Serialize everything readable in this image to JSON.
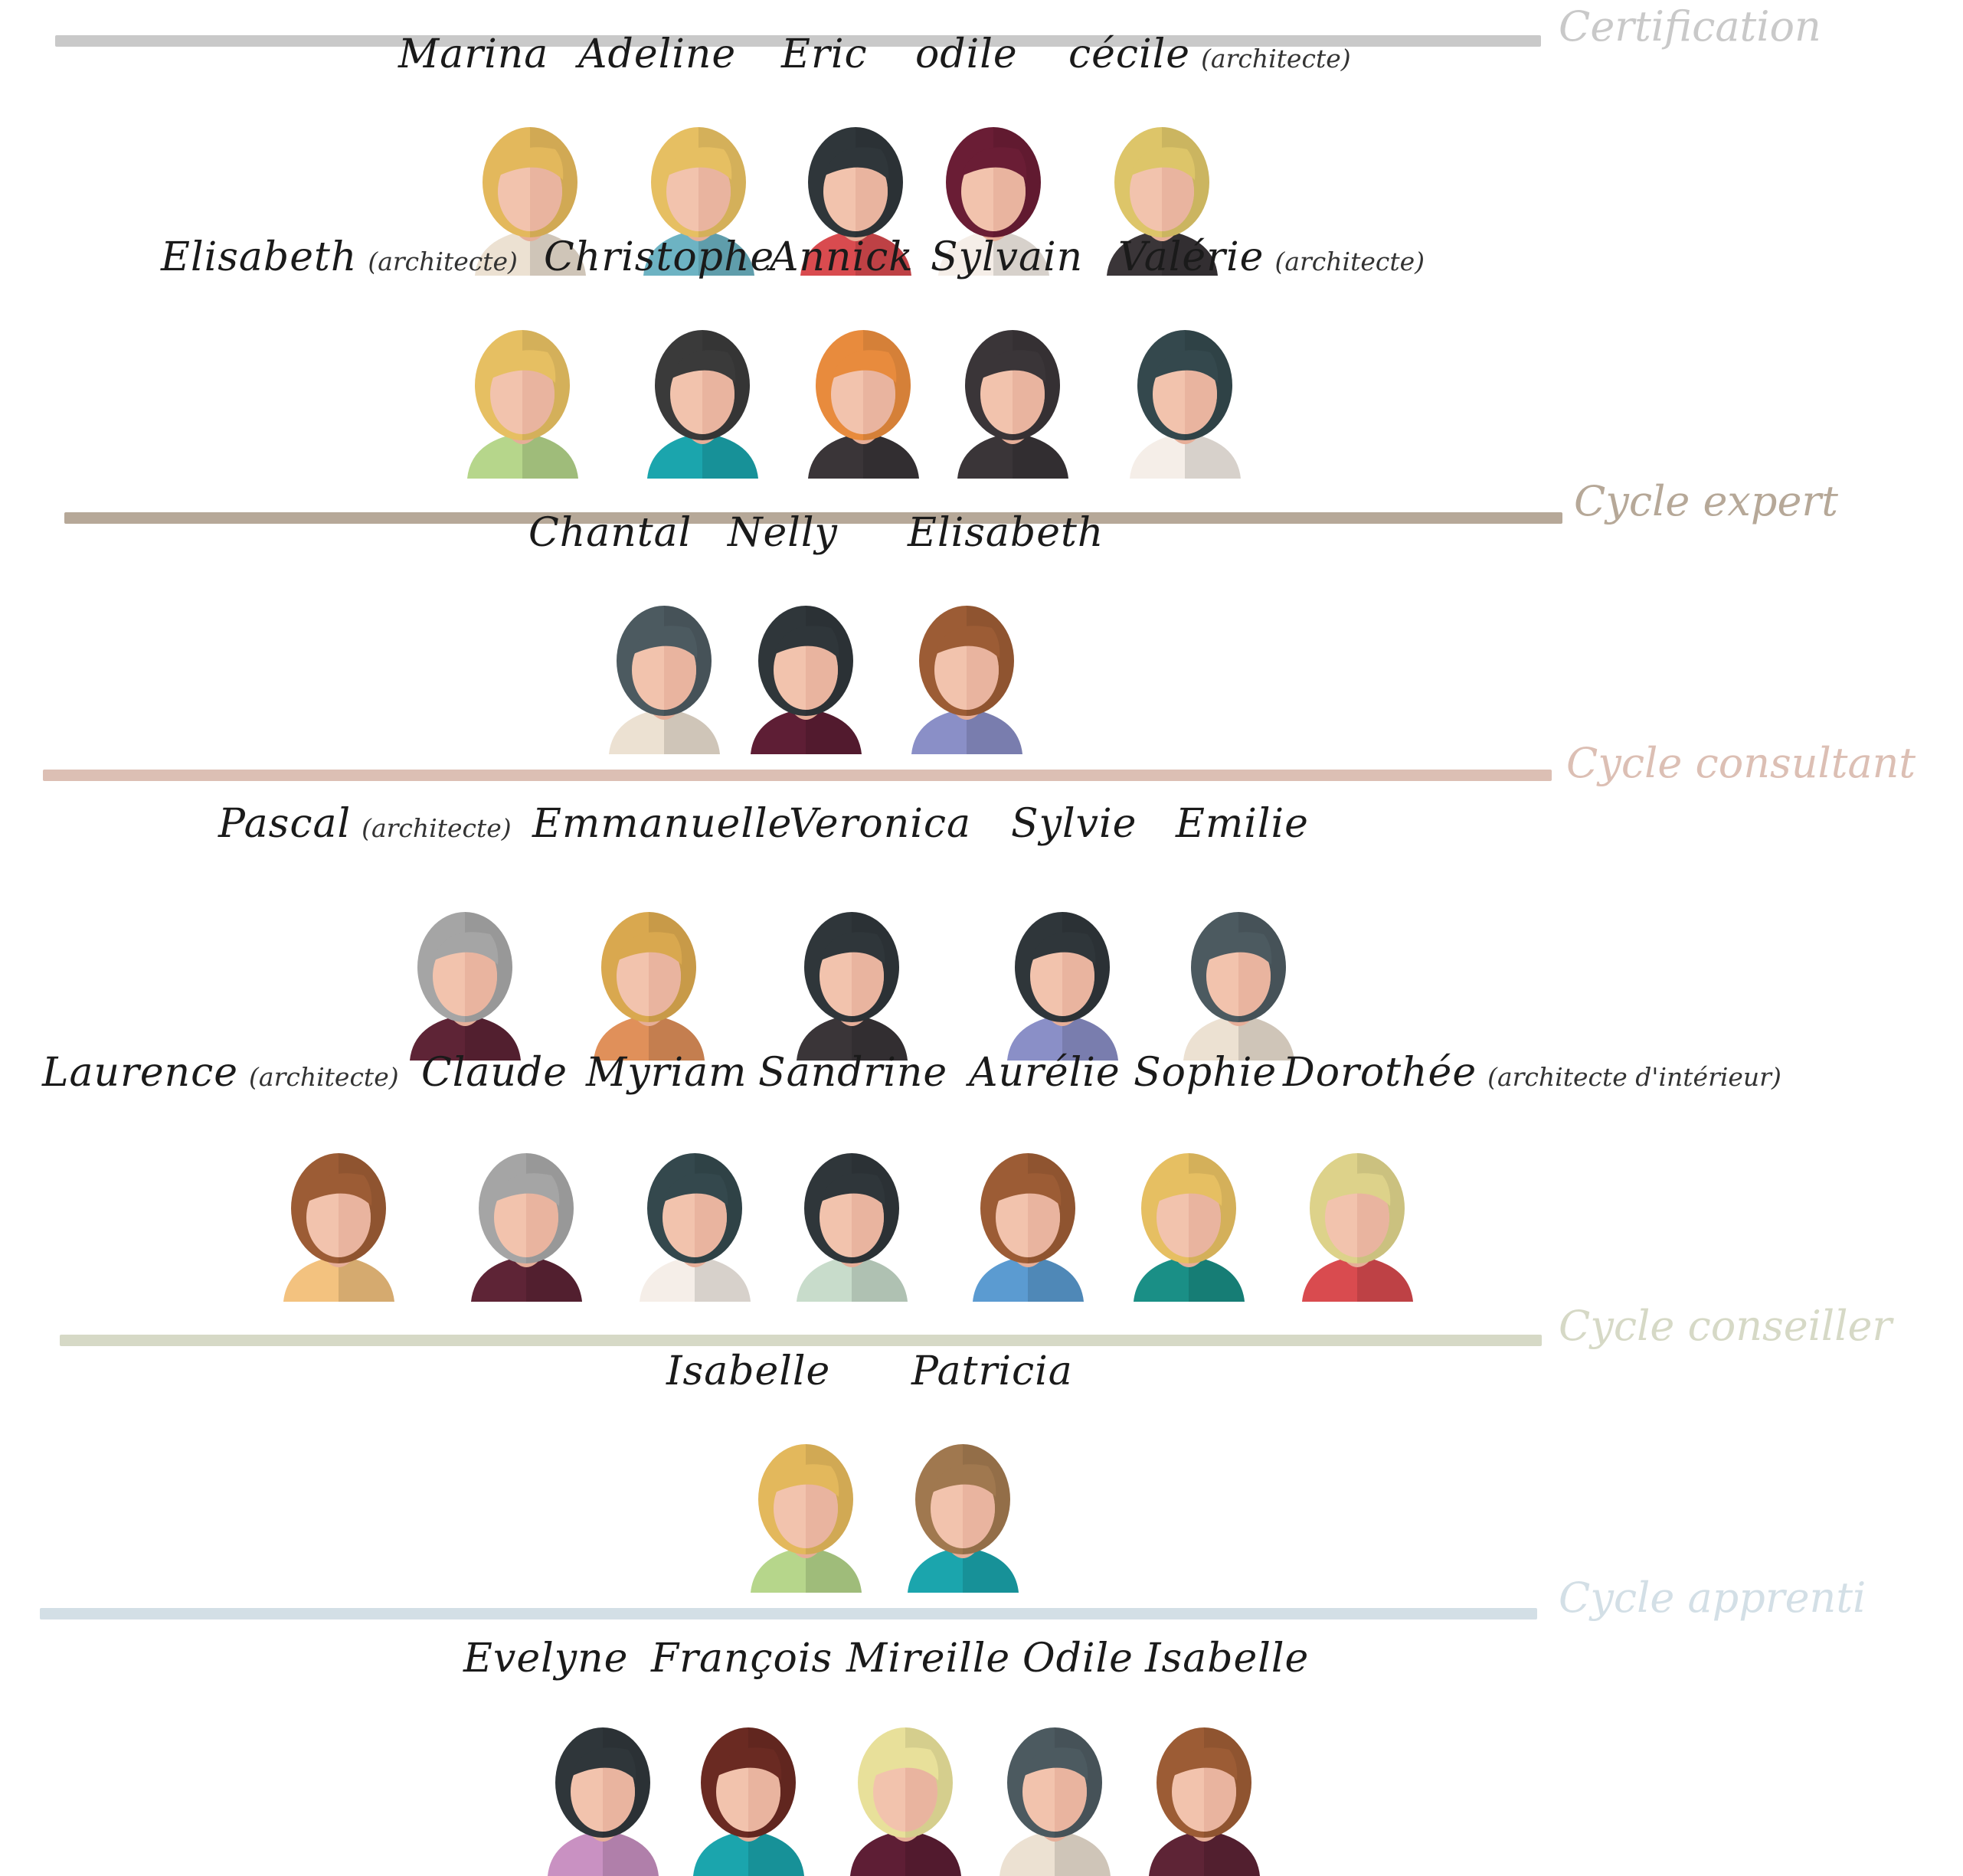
{
  "sections": {
    "certification": {
      "label": "Certification",
      "color": "#c9c9c9"
    },
    "expert": {
      "label": "Cycle expert",
      "color": "#b6a898"
    },
    "consultant": {
      "label": "Cycle consultant",
      "color": "#dcbfb4"
    },
    "conseiller": {
      "label": "Cycle conseiller",
      "color": "#d6d9c6"
    },
    "apprenti": {
      "label": "Cycle apprenti",
      "color": "#d3dfe6"
    }
  },
  "groups": {
    "certification": [
      {
        "name": "Marina",
        "role": "",
        "hair": "#e3b85c",
        "skin": "#f2c3ad",
        "top": "#ece1d2"
      },
      {
        "name": "Adeline",
        "role": "",
        "hair": "#e6bf62",
        "skin": "#f2c3ad",
        "top": "#6db3c3"
      },
      {
        "name": "Eric",
        "role": "",
        "hair": "#2f363a",
        "skin": "#f2c3ad",
        "top": "#d94b4f"
      },
      {
        "name": "odile",
        "role": "",
        "hair": "#6a1d35",
        "skin": "#f2c3ad",
        "top": "#f5eee8"
      },
      {
        "name": "cécile",
        "role": "(architecte)",
        "hair": "#ddc569",
        "skin": "#f2c3ad",
        "top": "#3a3538"
      }
    ],
    "certification2": [
      {
        "name": "Elisabeth",
        "role": "(architecte)",
        "hair": "#e6bf62",
        "skin": "#f2c3ad",
        "top": "#b6d68b"
      },
      {
        "name": "Christophe",
        "role": "",
        "hair": "#3a3a3a",
        "skin": "#f2c3ad",
        "top": "#1ba5ad"
      },
      {
        "name": "Annick",
        "role": "",
        "hair": "#e88b3d",
        "skin": "#f2c3ad",
        "top": "#3a3538"
      },
      {
        "name": "Sylvain",
        "role": "",
        "hair": "#3a3538",
        "skin": "#f2c3ad",
        "top": "#3a3538"
      },
      {
        "name": "Valérie",
        "role": "(architecte)",
        "hair": "#34484d",
        "skin": "#f2c3ad",
        "top": "#f5eee8"
      }
    ],
    "expert": [
      {
        "name": "Chantal",
        "role": "",
        "hair": "#4c5a60",
        "skin": "#f2c3ad",
        "top": "#ece1d2"
      },
      {
        "name": "Nelly",
        "role": "",
        "hair": "#2f363a",
        "skin": "#f2c3ad",
        "top": "#5e1e35"
      },
      {
        "name": "Elisabeth",
        "role": "",
        "hair": "#9c5c35",
        "skin": "#f2c3ad",
        "top": "#8a8fc7"
      }
    ],
    "consultant": [
      {
        "name": "Pascal",
        "role": "(architecte)",
        "hair": "#a5a5a5",
        "skin": "#f2c3ad",
        "top": "#5e2436"
      },
      {
        "name": "Emmanuelle",
        "role": "",
        "hair": "#d9a84f",
        "skin": "#f2c3ad",
        "top": "#e0905a"
      },
      {
        "name": "Veronica",
        "role": "",
        "hair": "#2f363a",
        "skin": "#f2c3ad",
        "top": "#3a3538"
      },
      {
        "name": "Sylvie",
        "role": "",
        "hair": "#2f363a",
        "skin": "#f2c3ad",
        "top": "#8a8fc7"
      },
      {
        "name": "Emilie",
        "role": "",
        "hair": "#4c5a60",
        "skin": "#f2c3ad",
        "top": "#ece1d2"
      }
    ],
    "consultant2": [
      {
        "name": "Laurence",
        "role": "(architecte)",
        "hair": "#9c5c35",
        "skin": "#f2c3ad",
        "top": "#f3c27f"
      },
      {
        "name": "Claude",
        "role": "",
        "hair": "#a5a5a5",
        "skin": "#f2c3ad",
        "top": "#5e2436"
      },
      {
        "name": "Myriam",
        "role": "",
        "hair": "#34484d",
        "skin": "#f2c3ad",
        "top": "#f5eee8"
      },
      {
        "name": "Sandrine",
        "role": "",
        "hair": "#2f363a",
        "skin": "#f2c3ad",
        "top": "#c8dccb"
      },
      {
        "name": "Aurélie",
        "role": "",
        "hair": "#9c5c35",
        "skin": "#f2c3ad",
        "top": "#5b9bd1"
      },
      {
        "name": "Sophie",
        "role": "",
        "hair": "#e6bf62",
        "skin": "#f2c3ad",
        "top": "#1a8f86"
      },
      {
        "name": "Dorothée",
        "role": "(architecte d'intérieur)",
        "hair": "#ddd28a",
        "skin": "#f2c3ad",
        "top": "#d94b4f"
      }
    ],
    "conseiller": [
      {
        "name": "Isabelle",
        "role": "",
        "hair": "#e3b85c",
        "skin": "#f2c3ad",
        "top": "#b6d68b"
      },
      {
        "name": "Patricia",
        "role": "",
        "hair": "#a0784f",
        "skin": "#f2c3ad",
        "top": "#1ba5ad"
      }
    ],
    "apprenti": [
      {
        "name": "Evelyne",
        "role": "",
        "hair": "#2f363a",
        "skin": "#f2c3ad",
        "top": "#c991c2"
      },
      {
        "name": "François",
        "role": "",
        "hair": "#6a2a22",
        "skin": "#f2c3ad",
        "top": "#1ba5ad"
      },
      {
        "name": "Mireille",
        "role": "",
        "hair": "#e8e09a",
        "skin": "#f2c3ad",
        "top": "#5e1e35"
      },
      {
        "name": "Odile",
        "role": "",
        "hair": "#4c5a60",
        "skin": "#f2c3ad",
        "top": "#ece1d2"
      },
      {
        "name": "Isabelle",
        "role": "",
        "hair": "#9c5c35",
        "skin": "#f2c3ad",
        "top": "#5e2436"
      }
    ]
  }
}
